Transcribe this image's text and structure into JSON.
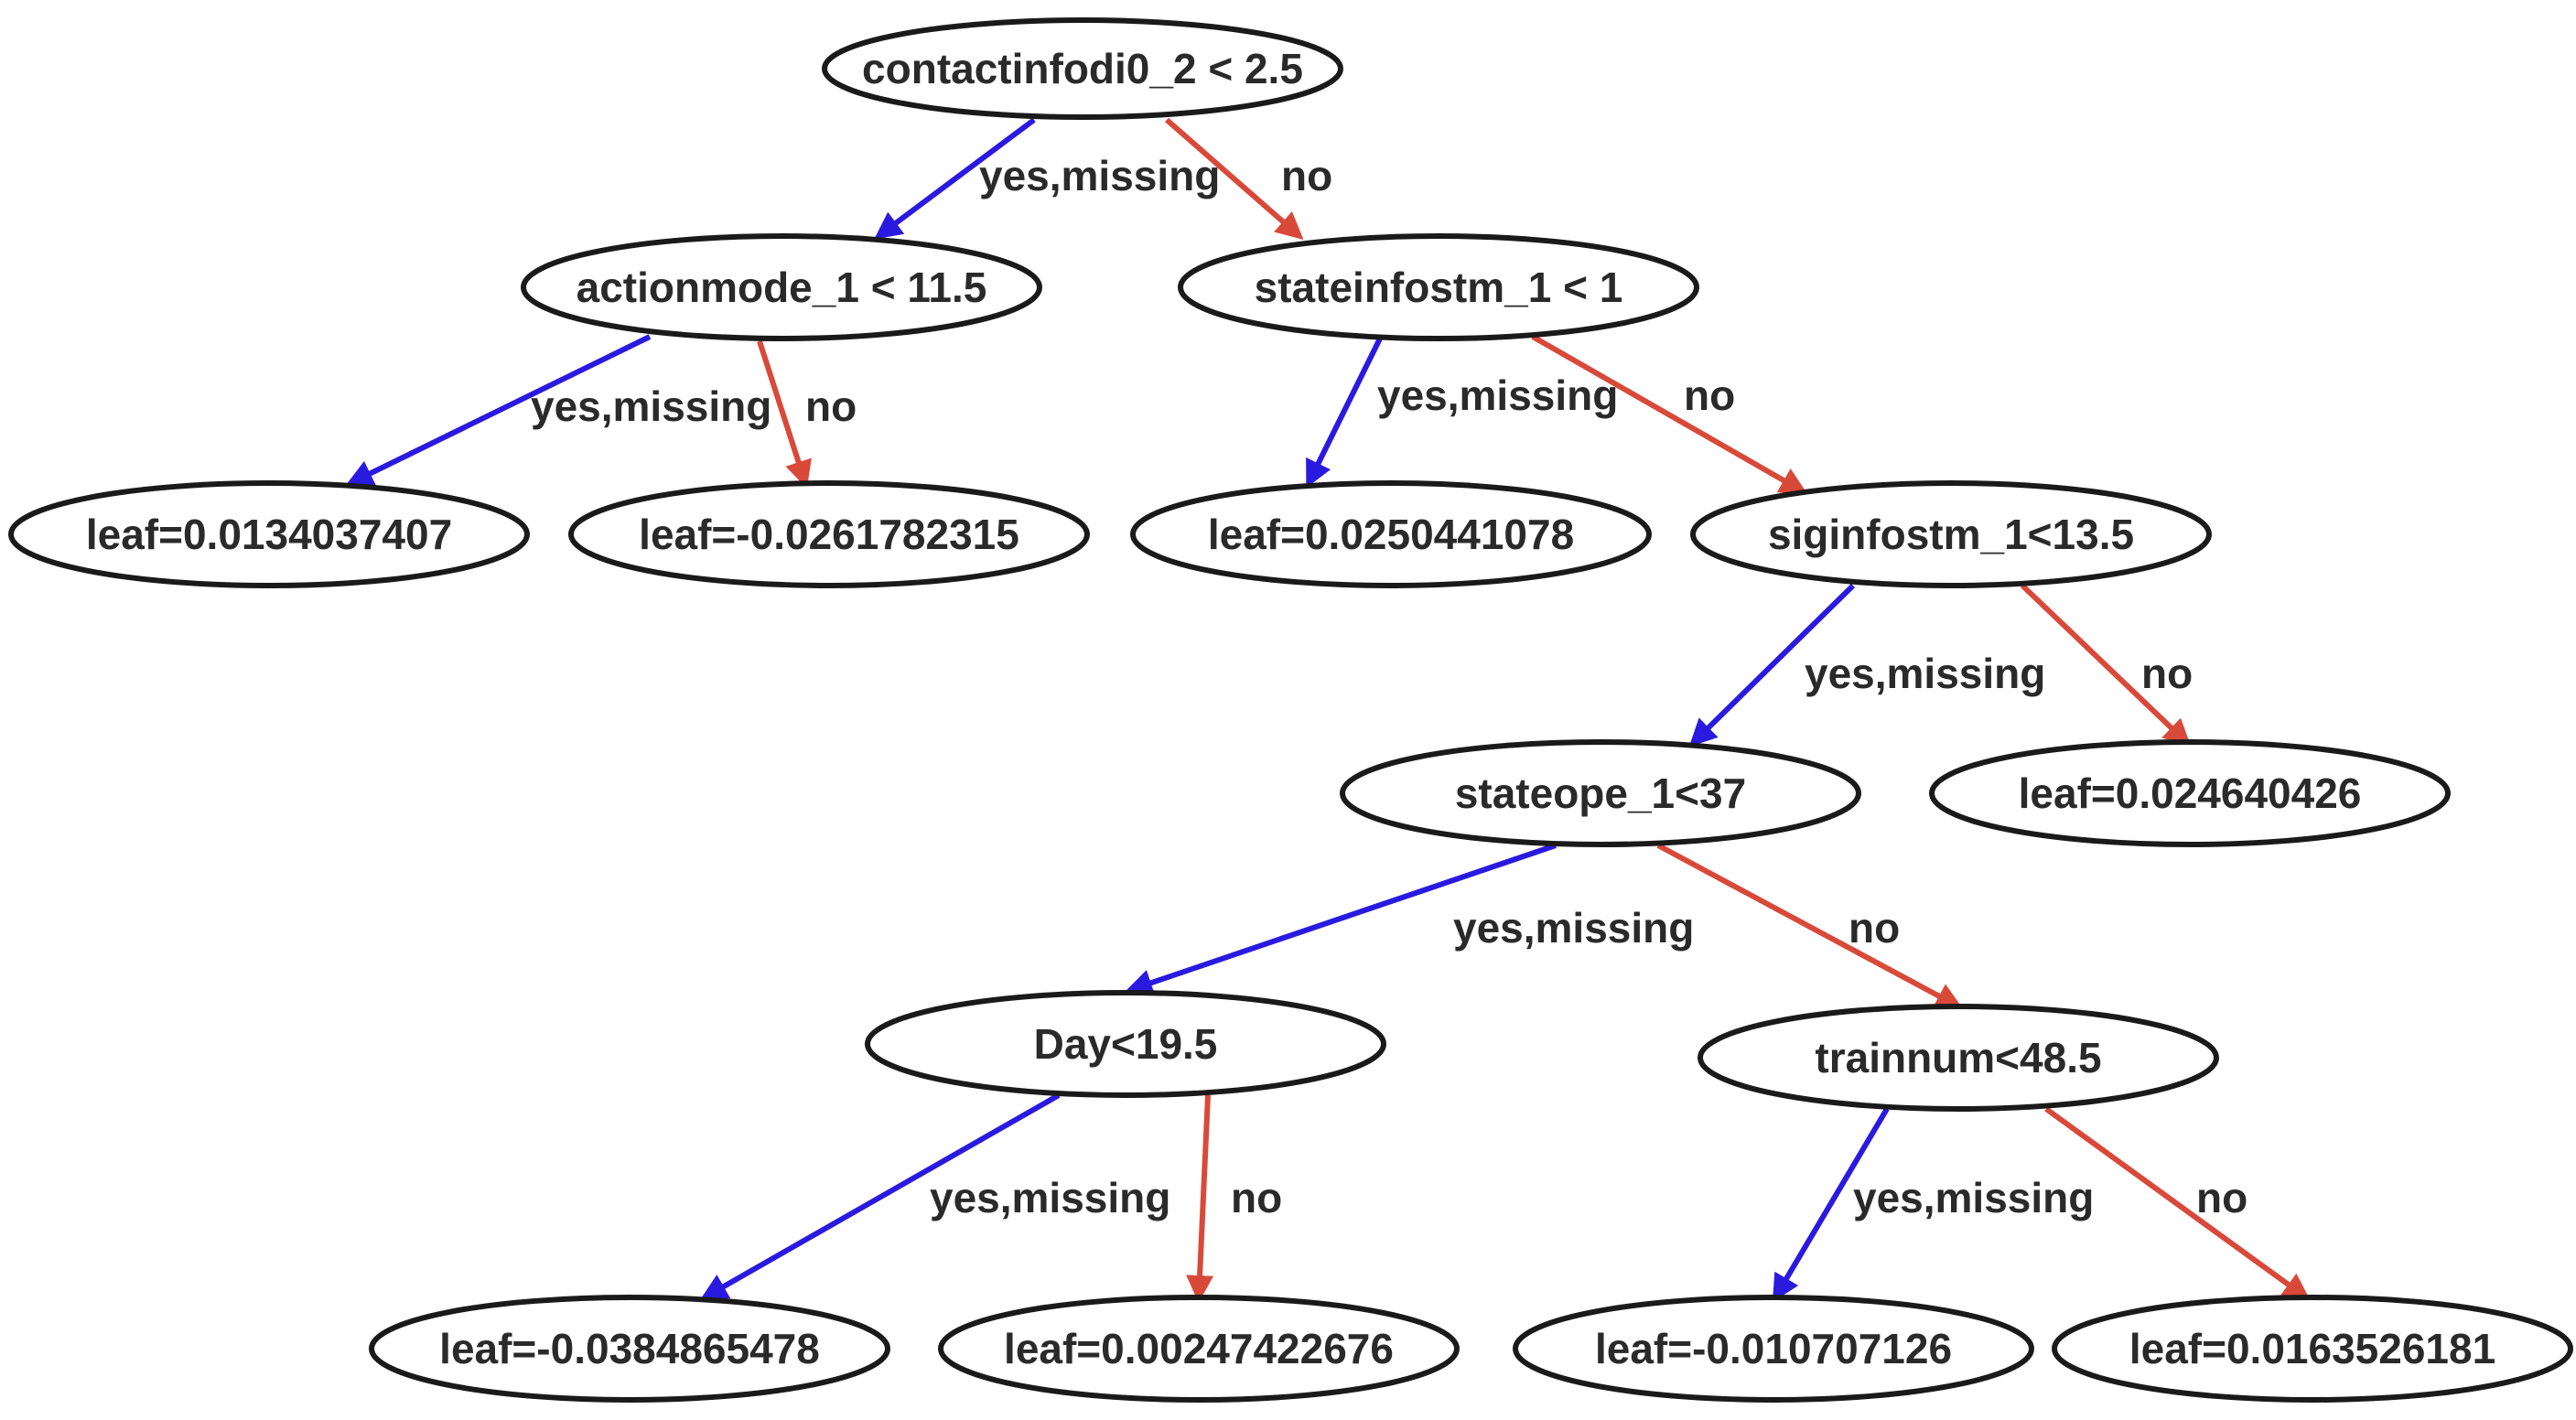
{
  "colors": {
    "yes_edge": "#2a1ae0",
    "no_edge": "#d9493a",
    "node_border": "#1a1a1a",
    "text": "#2a2a2a"
  },
  "nodes": [
    {
      "id": "n0",
      "label": "contactinfodi0_2 < 2.5",
      "type": "split"
    },
    {
      "id": "n1",
      "label": "actionmode_1 < 11.5",
      "type": "split"
    },
    {
      "id": "n2",
      "label": "stateinfostm_1 < 1",
      "type": "split"
    },
    {
      "id": "n3",
      "label": "leaf=0.0134037407",
      "type": "leaf"
    },
    {
      "id": "n4",
      "label": "leaf=-0.0261782315",
      "type": "leaf"
    },
    {
      "id": "n5",
      "label": "leaf=0.0250441078",
      "type": "leaf"
    },
    {
      "id": "n6",
      "label": "siginfostm_1<13.5",
      "type": "split"
    },
    {
      "id": "n7",
      "label": "stateope_1<37",
      "type": "split"
    },
    {
      "id": "n8",
      "label": "leaf=0.024640426",
      "type": "leaf"
    },
    {
      "id": "n9",
      "label": "Day<19.5",
      "type": "split"
    },
    {
      "id": "n10",
      "label": "trainnum<48.5",
      "type": "split"
    },
    {
      "id": "n11",
      "label": "leaf=-0.0384865478",
      "type": "leaf"
    },
    {
      "id": "n12",
      "label": "leaf=0.00247422676",
      "type": "leaf"
    },
    {
      "id": "n13",
      "label": "leaf=-0.010707126",
      "type": "leaf"
    },
    {
      "id": "n14",
      "label": "leaf=0.0163526181",
      "type": "leaf"
    }
  ],
  "edges": [
    {
      "from": "n0",
      "to": "n1",
      "label": "yes,missing",
      "kind": "yes"
    },
    {
      "from": "n0",
      "to": "n2",
      "label": "no",
      "kind": "no"
    },
    {
      "from": "n1",
      "to": "n3",
      "label": "yes,missing",
      "kind": "yes"
    },
    {
      "from": "n1",
      "to": "n4",
      "label": "no",
      "kind": "no"
    },
    {
      "from": "n2",
      "to": "n5",
      "label": "yes,missing",
      "kind": "yes"
    },
    {
      "from": "n2",
      "to": "n6",
      "label": "no",
      "kind": "no"
    },
    {
      "from": "n6",
      "to": "n7",
      "label": "yes,missing",
      "kind": "yes"
    },
    {
      "from": "n6",
      "to": "n8",
      "label": "no",
      "kind": "no"
    },
    {
      "from": "n7",
      "to": "n9",
      "label": "yes,missing",
      "kind": "yes"
    },
    {
      "from": "n7",
      "to": "n10",
      "label": "no",
      "kind": "no"
    },
    {
      "from": "n9",
      "to": "n11",
      "label": "yes,missing",
      "kind": "yes"
    },
    {
      "from": "n9",
      "to": "n12",
      "label": "no",
      "kind": "no"
    },
    {
      "from": "n10",
      "to": "n13",
      "label": "yes,missing",
      "kind": "yes"
    },
    {
      "from": "n10",
      "to": "n14",
      "label": "no",
      "kind": "no"
    }
  ]
}
